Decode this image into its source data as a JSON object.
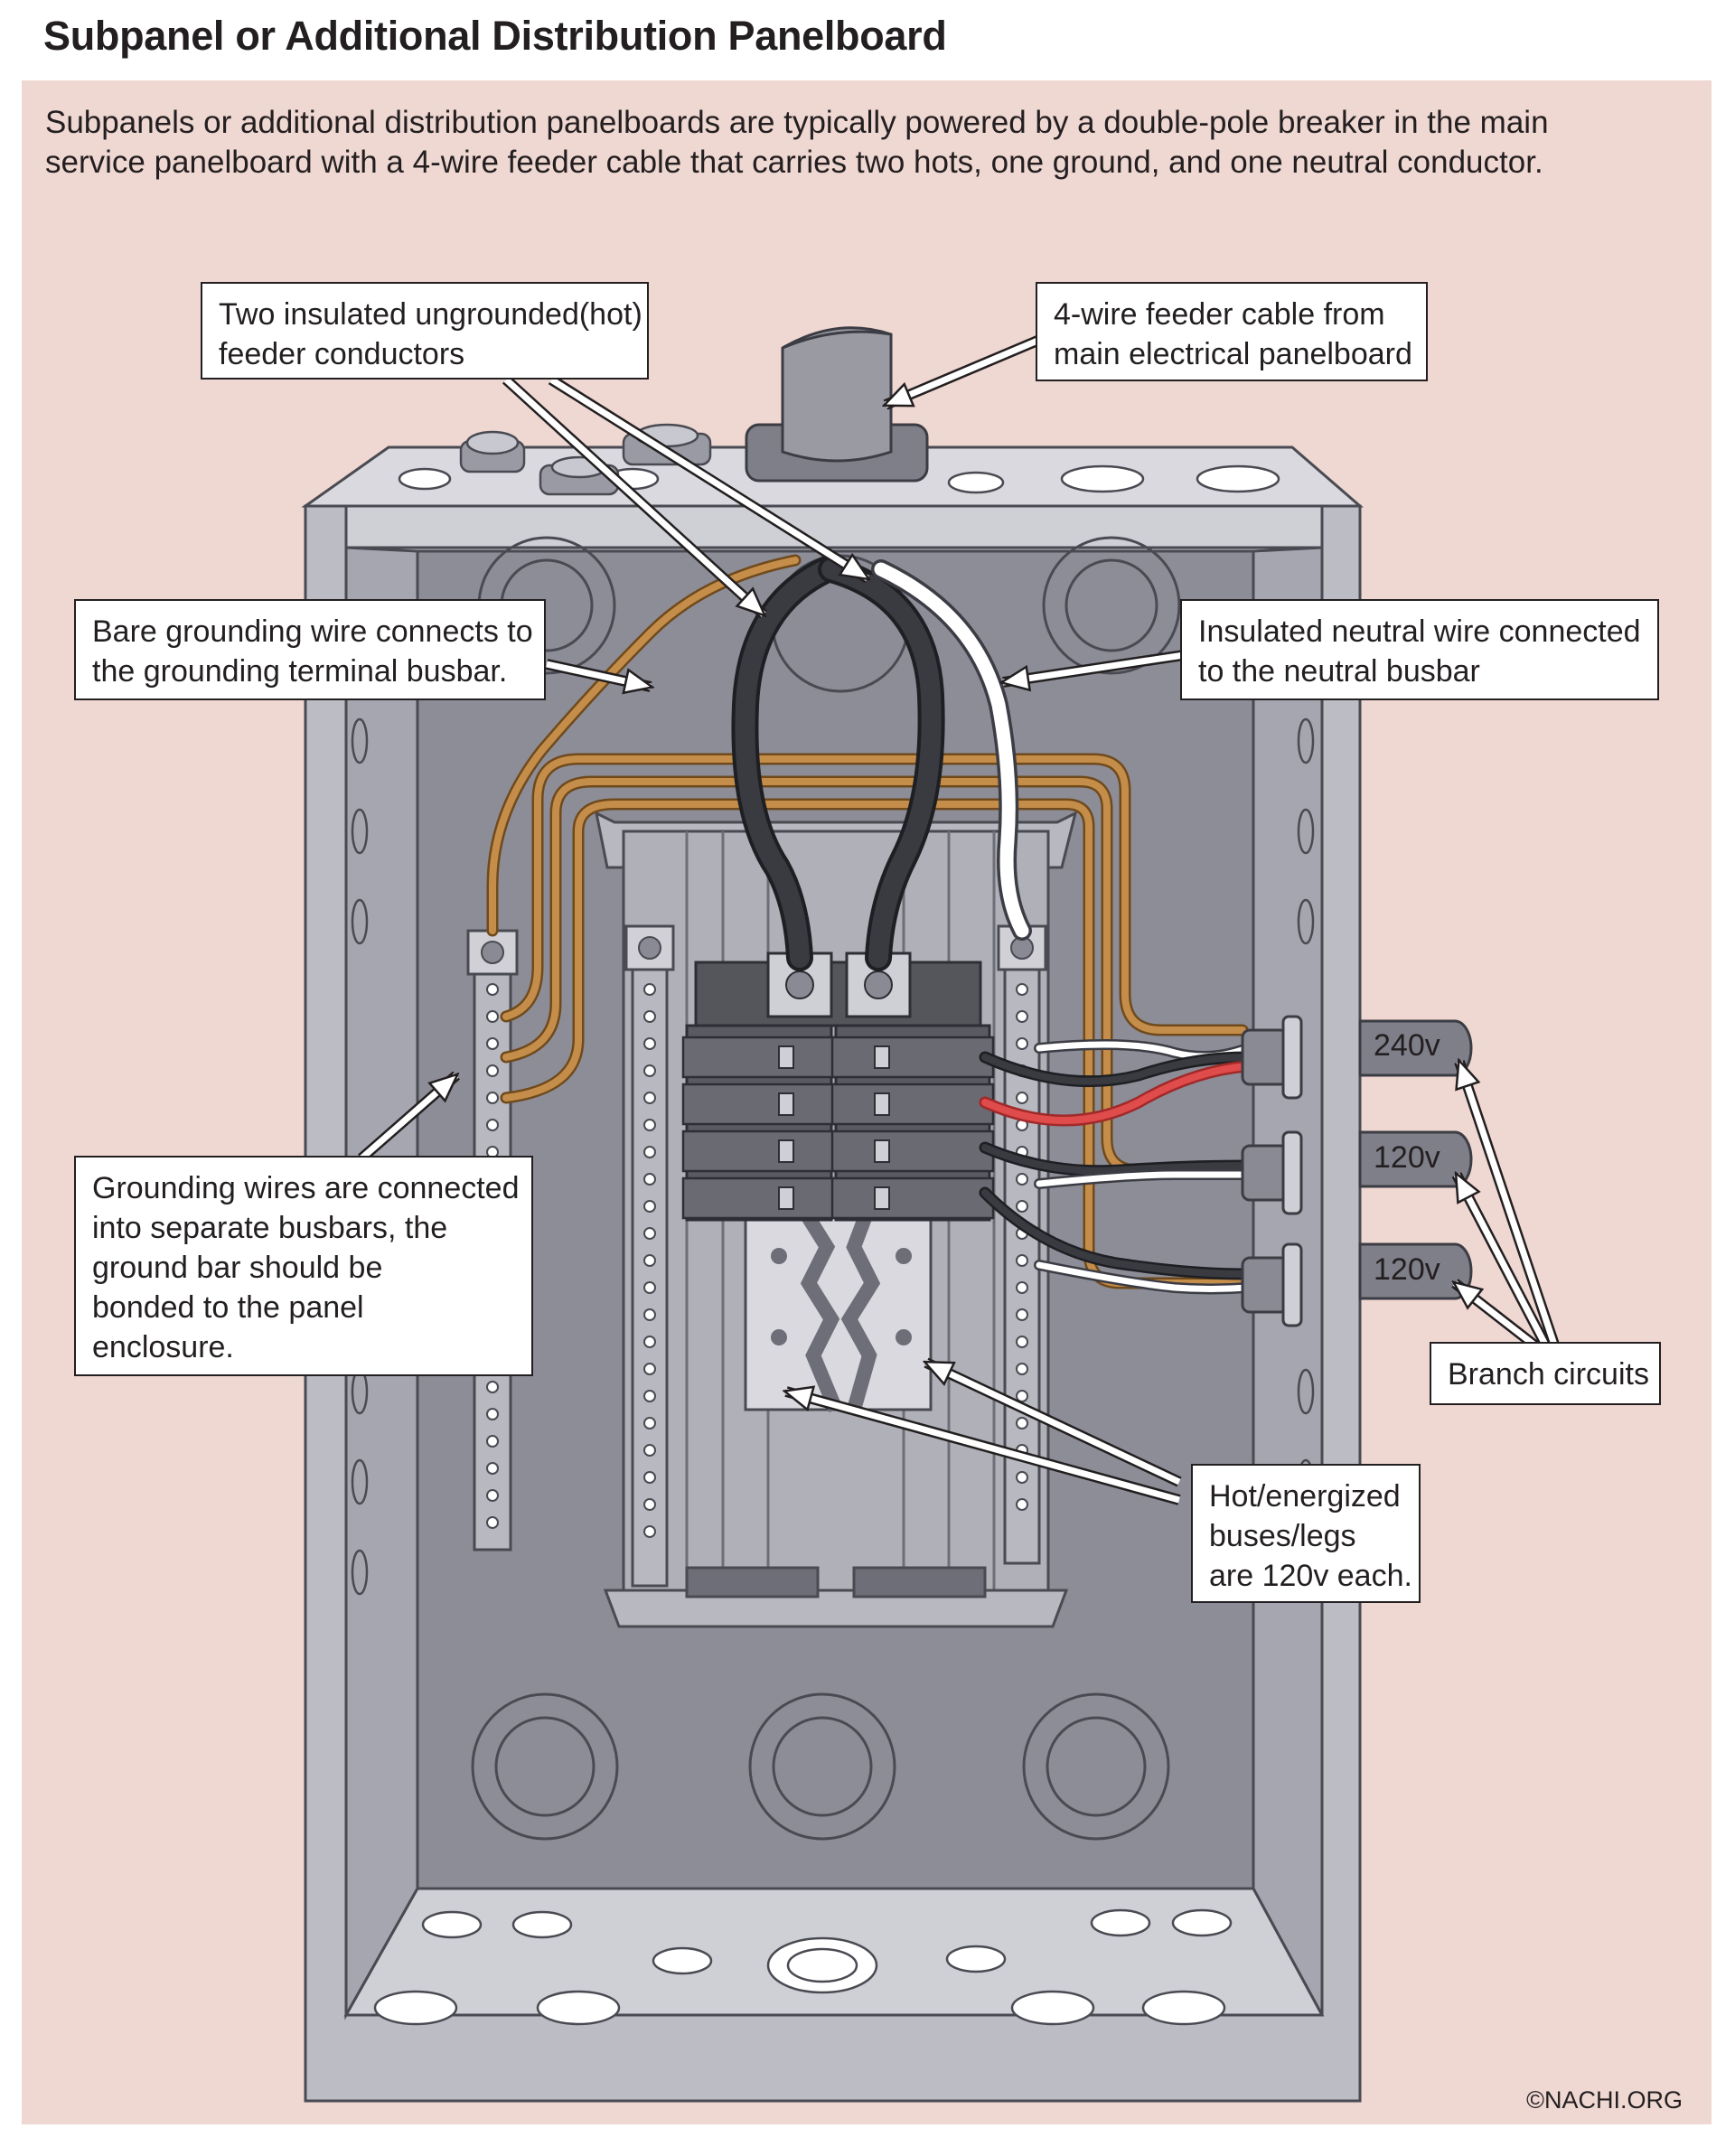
{
  "title": "Subpanel or Additional Distribution Panelboard",
  "intro": [
    "Subpanels or additional distribution panelboards are typically powered by a double-pole breaker in the main",
    "service panelboard with a 4-wire feeder cable that carries two hots, one ground, and one neutral conductor."
  ],
  "callouts": {
    "hot_feeders": [
      "Two insulated ungrounded(hot)",
      "feeder conductors"
    ],
    "feeder_cable": [
      "4-wire feeder cable from",
      "main electrical panelboard"
    ],
    "bare_ground": [
      "Bare grounding wire connects to",
      "the grounding terminal busbar."
    ],
    "neutral_wire": [
      "Insulated neutral wire connected",
      "to the neutral busbar"
    ],
    "grounding_wires": [
      "Grounding wires are connected",
      "into separate busbars, the",
      "ground bar should be",
      "bonded to the panel",
      "enclosure."
    ],
    "branch_circuits": [
      "Branch circuits"
    ],
    "hot_buses": [
      "Hot/energized",
      "buses/legs",
      "are 120v each."
    ]
  },
  "voltage_labels": [
    "240v",
    "120v",
    "120v"
  ],
  "copyright": "©NACHI.ORG",
  "colors": {
    "background": "#efd7d2",
    "enclosure": "#bcbcc4",
    "interior": "#8d8d98",
    "bare_copper": "#c58d4a",
    "hot_black": "#3a3b40",
    "hot_red": "#e04b4b",
    "neutral_white": "#ffffff"
  }
}
